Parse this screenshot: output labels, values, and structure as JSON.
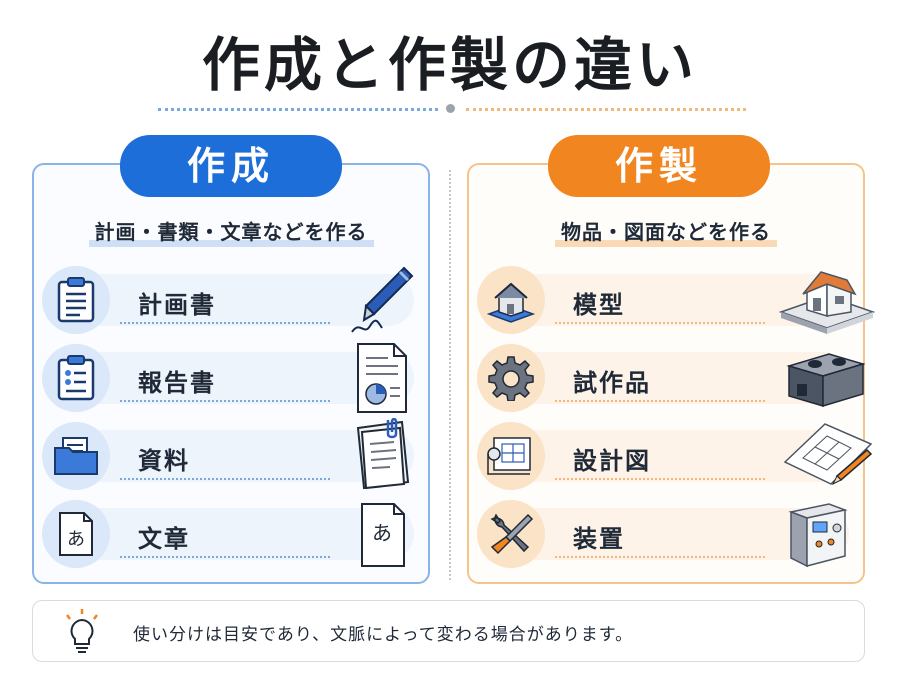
{
  "title": "作成と作製の違い",
  "left": {
    "heading": "作成",
    "subtitle": "計画・書類・文章などを作る",
    "items": [
      {
        "label": "計画書",
        "icon": "clipboard-icon",
        "picture": "fountain-pen-icon"
      },
      {
        "label": "報告書",
        "icon": "clipboard-report-icon",
        "picture": "report-chart-document-icon"
      },
      {
        "label": "資料",
        "icon": "folder-icon",
        "picture": "clipped-papers-icon"
      },
      {
        "label": "文章",
        "icon": "text-document-icon",
        "picture": "text-document-icon"
      }
    ],
    "doc_glyph": "あ"
  },
  "right": {
    "heading": "作製",
    "subtitle": "物品・図面などを作る",
    "items": [
      {
        "label": "模型",
        "icon": "house-model-icon",
        "picture": "house-model-icon"
      },
      {
        "label": "試作品",
        "icon": "gear-icon",
        "picture": "prototype-block-icon"
      },
      {
        "label": "設計図",
        "icon": "blueprint-icon",
        "picture": "blueprint-pencil-icon"
      },
      {
        "label": "装置",
        "icon": "wrench-screwdriver-icon",
        "picture": "machine-device-icon"
      }
    ]
  },
  "note": {
    "icon": "lightbulb-icon",
    "text": "使い分けは目安であり、文脈によって変わる場合があります。"
  },
  "colors": {
    "blue": "#1d6ed8",
    "orange": "#f1851f"
  }
}
